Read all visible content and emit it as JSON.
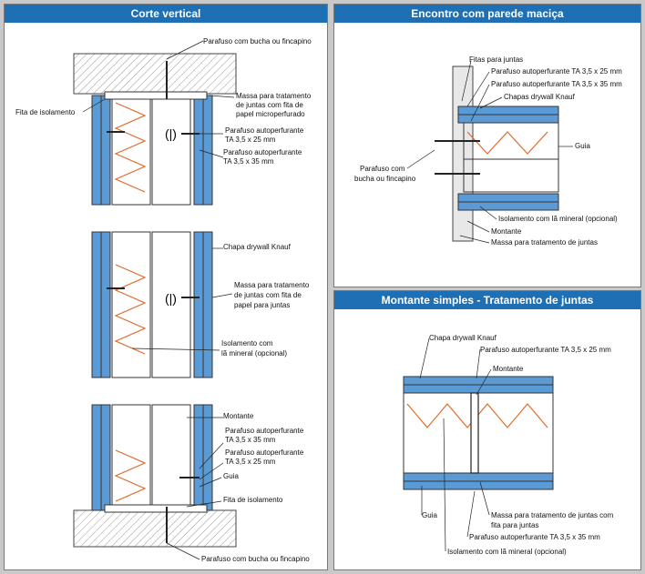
{
  "panels": {
    "left": {
      "title": "Corte vertical",
      "labels": {
        "screw_top": "Parafuso com bucha ou fincapino",
        "massa_top_1": "Massa para tratamento",
        "massa_top_2": "de juntas com fita de",
        "massa_top_3": "papel microperfurado",
        "fita_isolamento_top": "Fita de isolamento",
        "parafuso_25_1": "Parafuso autoperfurante",
        "parafuso_25_2": "TA 3,5 x 25 mm",
        "parafuso_35_1": "Parafuso autoperfurante",
        "parafuso_35_2": "TA 3,5 x 35 mm",
        "chapa": "Chapa drywall Knauf",
        "massa_mid_1": "Massa para tratamento",
        "massa_mid_2": "de juntas com fita de",
        "massa_mid_3": "papel para juntas",
        "isolamento_1": "Isolamento com",
        "isolamento_2": "lã mineral (opcional)",
        "montante": "Montante",
        "parafuso_35b_1": "Parafuso autoperfurante",
        "parafuso_35b_2": "TA 3,5 x 35 mm",
        "parafuso_25b_1": "Parafuso autoperfurante",
        "parafuso_25b_2": "TA 3,5 x 25 mm",
        "guia": "Guia",
        "fita_isolamento_bottom": "Fita de isolamento",
        "screw_bottom": "Parafuso com bucha ou fincapino"
      }
    },
    "top_right": {
      "title": "Encontro com parede maciça",
      "labels": {
        "fitas": "Fitas para juntas",
        "parafuso_25": "Parafuso autoperfurante TA 3,5 x 25 mm",
        "parafuso_35": "Parafuso autoperfurante TA 3,5 x 35 mm",
        "chapas": "Chapas drywall Knauf",
        "guia": "Guia",
        "bucha_1": "Parafuso com",
        "bucha_2": "bucha ou fincapino",
        "isolamento": "Isolamento com lã mineral (opcional)",
        "montante": "Montante",
        "massa": "Massa para tratamento de juntas"
      }
    },
    "bottom_right": {
      "title": "Montante simples - Tratamento de juntas",
      "labels": {
        "chapa": "Chapa drywall Knauf",
        "parafuso_25": "Parafuso autoperfurante TA 3,5 x 25 mm",
        "montante": "Montante",
        "guia": "Guia",
        "massa_1": "Massa para tratamento de juntas com",
        "massa_2": "fita para juntas",
        "parafuso_35": "Parafuso autoperfurante TA 3,5 x 35 mm",
        "isolamento": "Isolamento com lã mineral (opcional)"
      }
    }
  },
  "colors": {
    "title_bar": "#1f6fb5",
    "board": "#5b9bd5",
    "insulation": "#e06a2a",
    "concrete": "#e8e8e8"
  }
}
